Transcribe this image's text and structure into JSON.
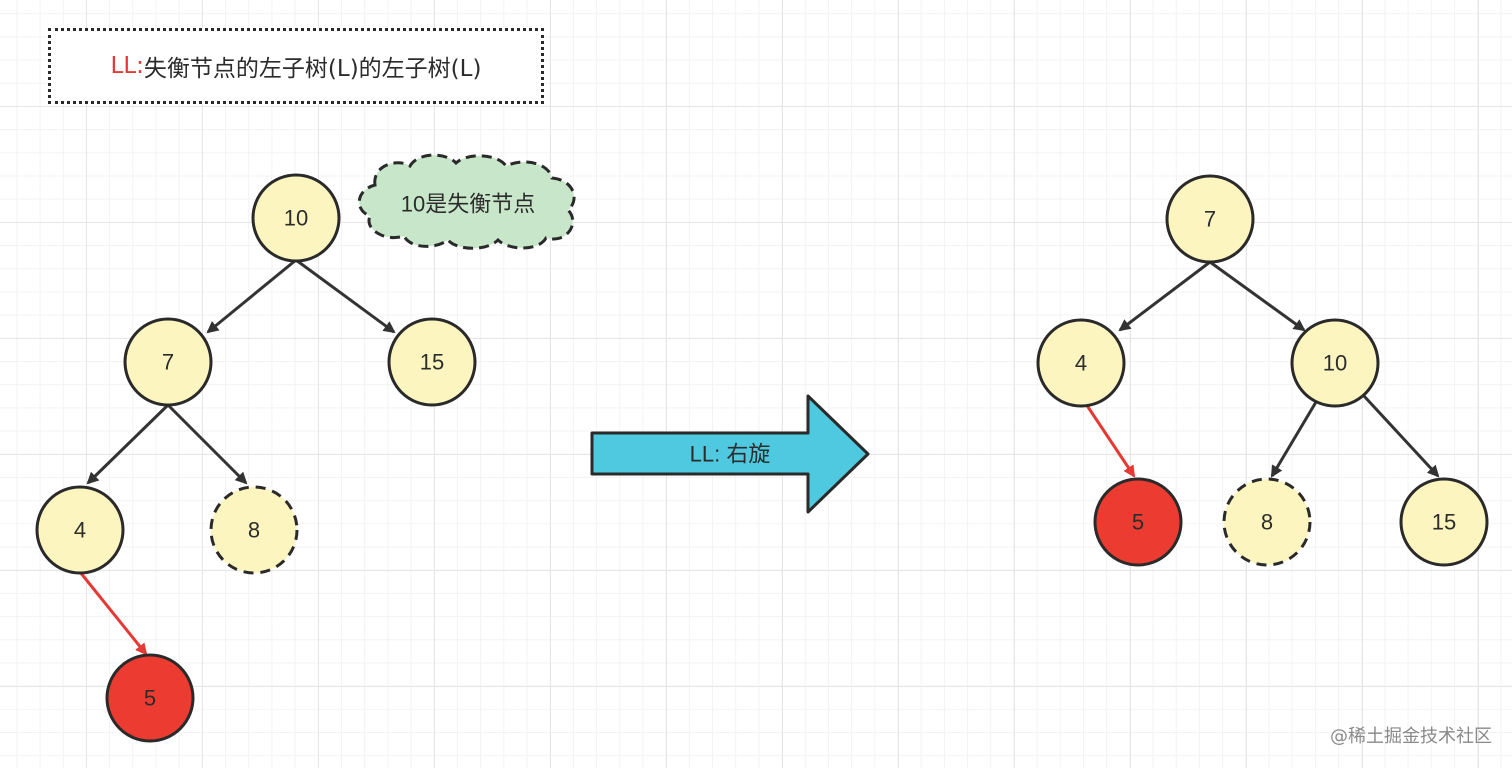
{
  "title": {
    "prefix": "LL:",
    "text": " 失衡节点的左子树(L)的左子树(L)"
  },
  "callout": {
    "text": "10是失衡节点"
  },
  "arrow": {
    "label": "LL: 右旋",
    "color": "#4fc9df"
  },
  "left_tree": {
    "nodes": {
      "root": "10",
      "left": "7",
      "right": "15",
      "left_left": "4",
      "left_right": "8",
      "new_node": "5"
    }
  },
  "right_tree": {
    "nodes": {
      "root": "7",
      "left": "4",
      "right": "10",
      "new_node": "5",
      "right_left": "8",
      "right_right": "15"
    }
  },
  "colors": {
    "node_fill": "#fdf5c0",
    "new_node_fill": "#ec3b30",
    "highlight_edge": "#e53935",
    "edge": "#333333",
    "callout_fill": "#c8e6c9"
  },
  "watermark": "@稀土掘金技术社区"
}
